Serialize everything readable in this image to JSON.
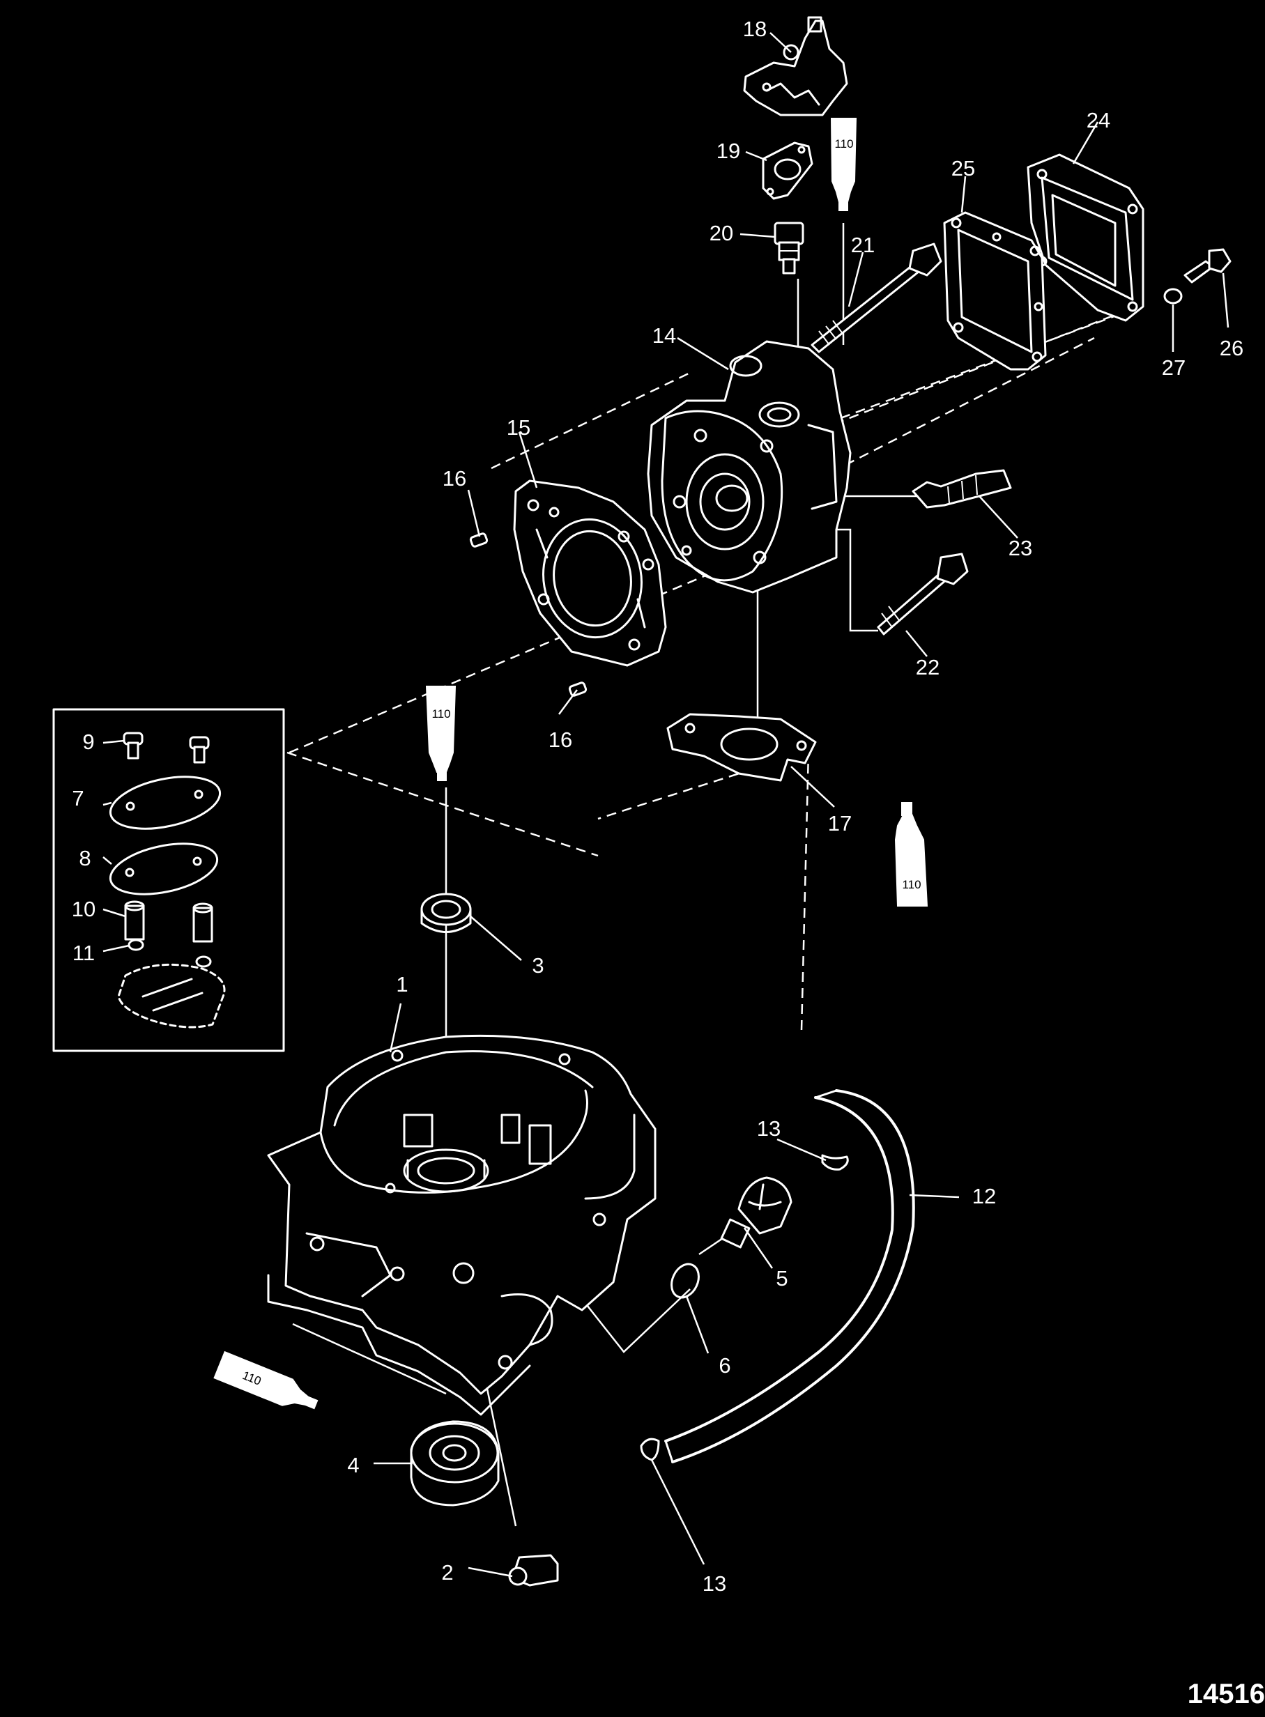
{
  "figure_number": "14516",
  "sealant_label": "110",
  "callouts": [
    "1",
    "2",
    "3",
    "4",
    "5",
    "6",
    "7",
    "8",
    "9",
    "10",
    "11",
    "12",
    "13",
    "13",
    "14",
    "15",
    "16",
    "16",
    "17",
    "18",
    "19",
    "20",
    "21",
    "22",
    "23",
    "24",
    "25",
    "26",
    "27"
  ]
}
